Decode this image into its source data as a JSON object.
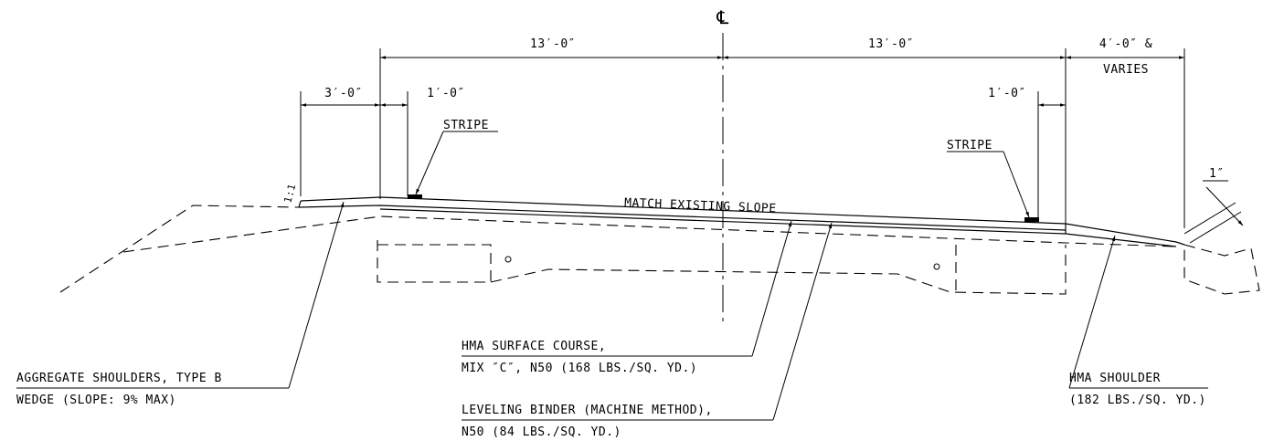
{
  "centerline_symbol": "℄",
  "dimensions": {
    "left_lane": "13′-0″",
    "right_lane": "13′-0″",
    "right_shoulder_line1": "4′-0″ &",
    "right_shoulder_line2": "VARIES",
    "left_shoulder": "3′-0″",
    "left_stripe_offset": "1′-0″",
    "right_stripe_offset": "1′-0″",
    "edge_thickness": "1″"
  },
  "labels": {
    "stripe_left": "STRIPE",
    "stripe_right": "STRIPE",
    "slope_ratio": "1:1",
    "match_slope": "MATCH EXISTING SLOPE",
    "hma_surface_line1": "HMA SURFACE COURSE,",
    "hma_surface_line2": "MIX ″C″, N50 (168 LBS./SQ. YD.)",
    "aggregate_line1": "AGGREGATE SHOULDERS, TYPE B",
    "aggregate_line2": "WEDGE (SLOPE: 9% MAX)",
    "leveling_line1": "LEVELING BINDER (MACHINE METHOD),",
    "leveling_line2": "N50 (84 LBS./SQ. YD.)",
    "hma_shoulder_line1": "HMA SHOULDER",
    "hma_shoulder_line2": "(182 LBS./SQ. YD.)"
  },
  "colors": {
    "ink": "#000000",
    "paper": "#ffffff"
  }
}
